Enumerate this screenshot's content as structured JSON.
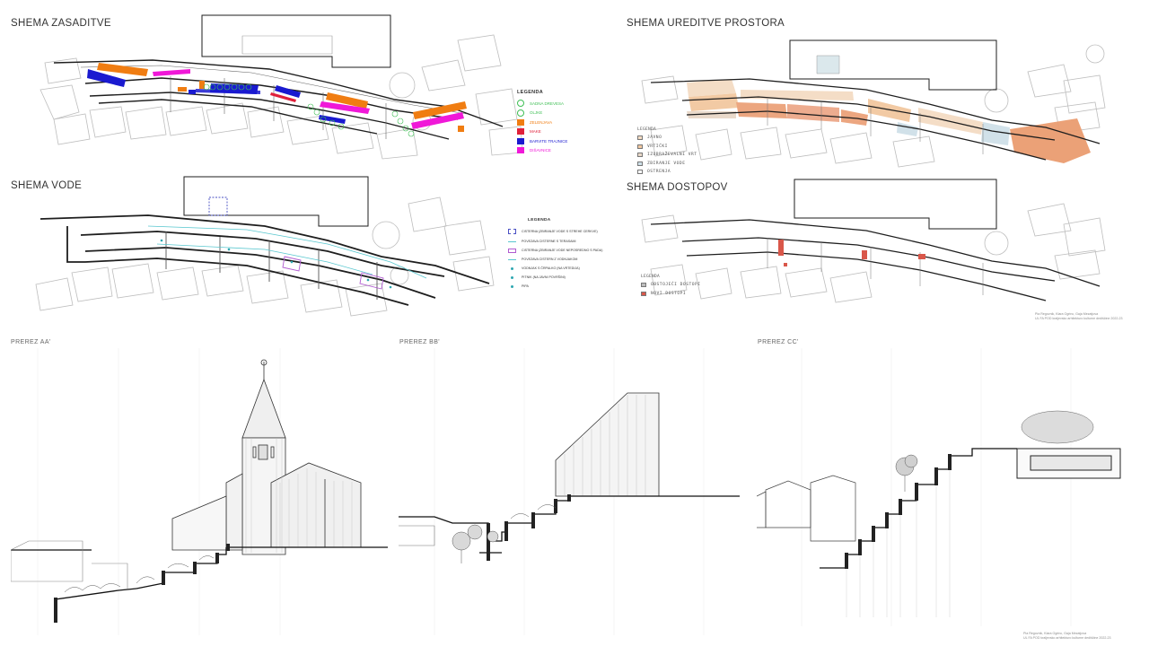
{
  "titles": {
    "zasaditve": "SHEMA ZASADITVE",
    "ureditve": "SHEMA UREDITVE PROSTORA",
    "vode": "SHEMA VODE",
    "dostopov": "SHEMA DOSTOPOV"
  },
  "sections": {
    "aa": "PREREZ AA'",
    "bb": "PREREZ BB'",
    "cc": "PREREZ CC'"
  },
  "legend_zasaditve": {
    "heading": "LEGENDA",
    "items": [
      {
        "label": "SADNA DREVESA",
        "color": "#3fbf55",
        "kind": "circle"
      },
      {
        "label": "OLJKE",
        "color": "#3fbf55",
        "kind": "circle"
      },
      {
        "label": "ZELENJAVA",
        "color": "#f07d12",
        "kind": "swatch"
      },
      {
        "label": "MAKE",
        "color": "#e0203a",
        "kind": "swatch"
      },
      {
        "label": "BARVITE TRAJNICE",
        "color": "#1a1ad0",
        "kind": "swatch"
      },
      {
        "label": "DIŠAVNICE",
        "color": "#f018d8",
        "kind": "swatch"
      }
    ]
  },
  "legend_vode": {
    "heading": "LEGENDA",
    "items": [
      {
        "label": "CISTERNA (ZBIRANJE VODE S STREHE CERKVE)",
        "kind": "dashed"
      },
      {
        "label": "POVEZAVA CISTERNE S TERASAMI",
        "kind": "line"
      },
      {
        "label": "CISTERNA (ZBIRANJE VODE NEPOSREDNO S PADA)",
        "kind": "purple"
      },
      {
        "label": "POVEZAVA CISTERN Z VODNJAKOM",
        "kind": "line"
      },
      {
        "label": "VODNJAK S ČRPALKO (NA VRTEDIJA)",
        "kind": "dot"
      },
      {
        "label": "PITNIK (NA JAVNI POVRŠINI)",
        "kind": "dot"
      },
      {
        "label": "PIPA",
        "kind": "dot"
      }
    ]
  },
  "legend_ureditve": {
    "heading": "LEGENDA",
    "items": [
      {
        "label": "JAVNO",
        "color": "#f4dcc4"
      },
      {
        "label": "VRTIČKI",
        "color": "#f2c8a0"
      },
      {
        "label": "IZOBRAŽEVALNI VRT",
        "color": "#e8d8c8"
      },
      {
        "label": "ZBIRANJE VODE",
        "color": "#cfe0e8"
      },
      {
        "label": "OSTRENJA",
        "color": "#ffffff"
      }
    ]
  },
  "legend_dostopov": {
    "heading": "LEGENDA",
    "items": [
      {
        "label": "OBSTOJEČI DOSTOPI",
        "color": "#bdbdbd"
      },
      {
        "label": "NOVI DOSTOPI",
        "color": "#d9574a"
      }
    ]
  },
  "credits": [
    {
      "line1": "Pia Regovnik, Klara Ogrinc, Gaja Mezatjova",
      "line2": "UL FA POD kraljevsko arhitekturo kulturne dediščine 2022-23"
    },
    {
      "line1": "Pia Regovnik, Klara Ogrinc, Gaja Mezatjova",
      "line2": "UL FA POD kraljevsko arhitekturo kulturne dediščine 2022-23"
    }
  ],
  "colors": {
    "line": "#1e1e1e",
    "context": "#b8b8b8",
    "water": "#59c7cf",
    "access_new": "#d9574a"
  }
}
